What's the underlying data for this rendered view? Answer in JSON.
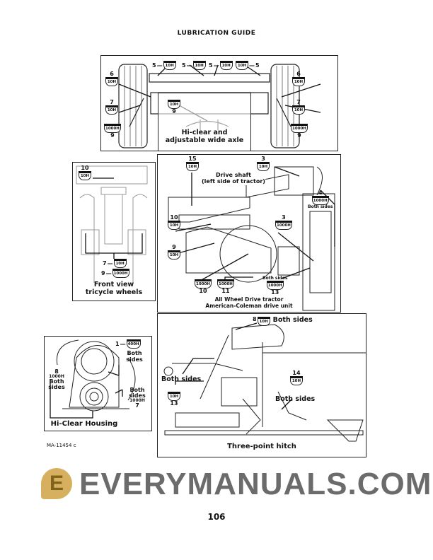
{
  "page": {
    "title": "LUBRICATION GUIDE",
    "figure_id": "MA-11454 c",
    "page_number": "106",
    "watermark": "EVERYMANUALS.COM",
    "watermark_logo": "E"
  },
  "axle": {
    "caption1": "Hi-clear and",
    "caption2": "adjustable wide axle",
    "callouts": [
      {
        "num": "5",
        "hours": "10H"
      },
      {
        "num": "5",
        "hours": "10H"
      },
      {
        "num": "5",
        "hours": "10H"
      },
      {
        "num": "5",
        "hours": "10H"
      },
      {
        "num": "6",
        "hours": "10H"
      },
      {
        "num": "6",
        "hours": "10H"
      },
      {
        "num": "7",
        "hours": "10H"
      },
      {
        "num": "7",
        "hours": "10H"
      },
      {
        "num": "9",
        "hours": "1000H"
      },
      {
        "num": "9",
        "hours": "1000H"
      },
      {
        "num": "9",
        "hours": "10H"
      }
    ]
  },
  "front": {
    "caption1": "Front view",
    "caption2": "tricycle wheels",
    "callouts": [
      {
        "num": "10",
        "hours": "10H"
      },
      {
        "num": "7",
        "hours": "10H"
      },
      {
        "num": "9",
        "hours": "1000H"
      }
    ]
  },
  "awd": {
    "drive_shaft": "Drive shaft",
    "drive_shaft_note": "(left side of tractor)",
    "both_sides": "Both sides",
    "caption1": "All Wheel Drive tractor",
    "caption2": "American-Coleman drive unit",
    "callouts": [
      {
        "num": "15",
        "hours": "10H"
      },
      {
        "num": "3",
        "hours": "10H"
      },
      {
        "num": "4",
        "hours": "1000H"
      },
      {
        "num": "10",
        "hours": "10H"
      },
      {
        "num": "3",
        "hours": "1000H"
      },
      {
        "num": "9",
        "hours": "10H"
      },
      {
        "num": "10",
        "hours": "1000H"
      },
      {
        "num": "11",
        "hours": "1000H"
      },
      {
        "num": "13",
        "hours": "1000H"
      }
    ]
  },
  "housing": {
    "caption": "Hi-Clear Housing",
    "both_sides": "Both sides",
    "callouts": [
      {
        "num": "1",
        "hours": "400H"
      },
      {
        "num": "8",
        "hours": "1000H"
      },
      {
        "num": "7",
        "hours": "1000H"
      }
    ]
  },
  "hitch": {
    "caption": "Three-point hitch",
    "both_sides": "Both sides",
    "callouts": [
      {
        "num": "8",
        "hours": "10H"
      },
      {
        "num": "13",
        "hours": "10H"
      },
      {
        "num": "14",
        "hours": "10H"
      }
    ]
  }
}
